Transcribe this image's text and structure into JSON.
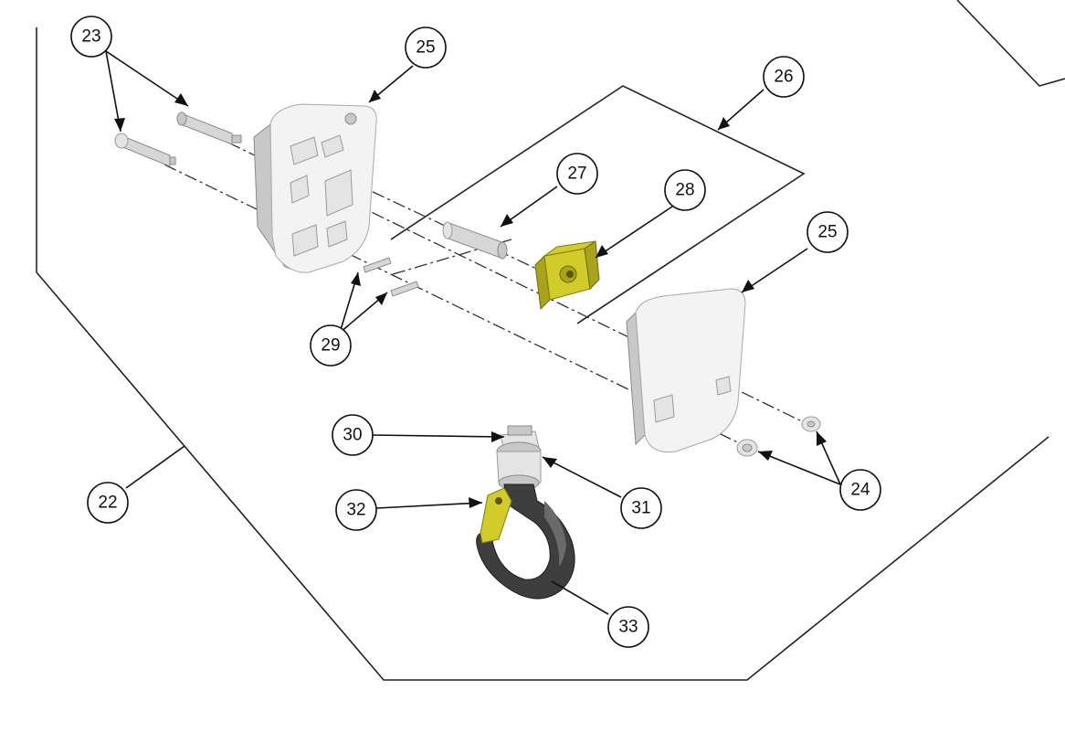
{
  "callouts": {
    "c23": "23",
    "c25_left": "25",
    "c26": "26",
    "c27": "27",
    "c28": "28",
    "c25_right": "25",
    "c29": "29",
    "c30": "30",
    "c31": "31",
    "c32": "32",
    "c24": "24",
    "c22": "22",
    "c33": "33"
  },
  "colors": {
    "line": "#111111",
    "part_grey": "#e4e4e4",
    "part_yellow": "#d2cc2a",
    "hook_dark": "#3e3e3e"
  }
}
